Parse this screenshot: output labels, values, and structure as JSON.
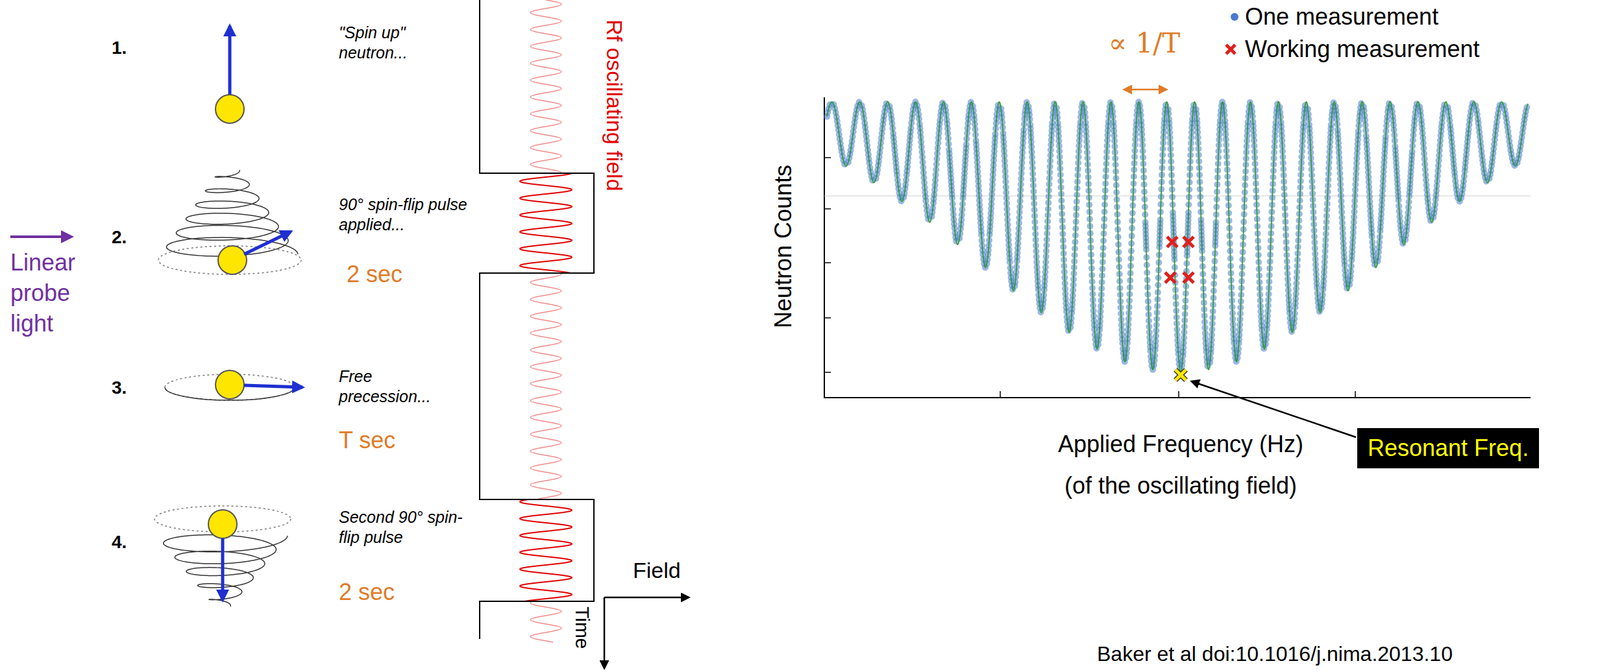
{
  "diagram": {
    "nodes": [
      {
        "text": [
          "Resonant Freq."
        ]
      }
    ],
    "labels": [
      "1.",
      "\"Spin up\" neutron...",
      "2.",
      "90° spin-flip pulse applied...",
      "2 sec",
      "Linear probe light",
      "3.",
      "Free precession...",
      "T sec",
      "4.",
      "Second 90° spin-flip pulse",
      "2 sec",
      "Rf oscillating field",
      "Field",
      "Time",
      "∝ 1/T",
      "Neutron Counts",
      "Applied Frequency (Hz)",
      "(of the oscillating field)",
      "Baker et al doi:10.1016/j.nima.2013.10"
    ],
    "legend": [
      {
        "text": "One measurement",
        "color": "#4a7bd0"
      },
      {
        "text": "Working measurement"
      }
    ]
  }
}
